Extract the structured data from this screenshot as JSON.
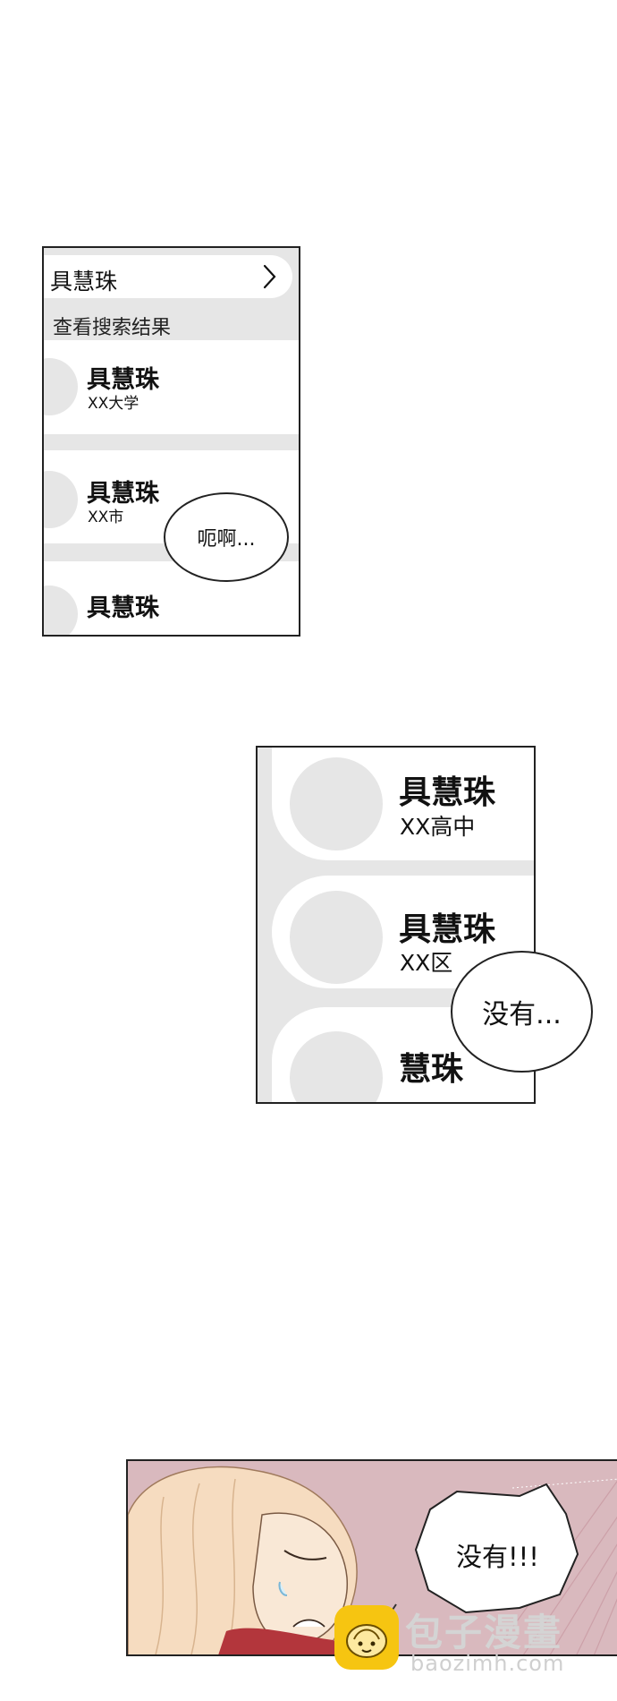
{
  "panel1": {
    "search_query": "具慧珠",
    "view_results": "查看搜索结果",
    "results": [
      {
        "name": "具慧珠",
        "detail": "XX大学"
      },
      {
        "name": "具慧珠",
        "detail": "XX市"
      },
      {
        "name": "具慧珠",
        "detail": ""
      }
    ],
    "bubble": "呃啊..."
  },
  "panel2": {
    "results": [
      {
        "name": "具慧珠",
        "detail": "XX高中"
      },
      {
        "name": "具慧珠",
        "detail": "XX区"
      },
      {
        "name": "慧珠",
        "detail": ""
      }
    ],
    "bubble": "没有..."
  },
  "panel3": {
    "bubble": "没有!!!"
  },
  "watermark": {
    "title": "包子漫畫",
    "url": "baozimh.com"
  },
  "colors": {
    "panel_gray": "#e6e6e6",
    "scene_pink": "#d9b9be",
    "hair": "#f6dcc0",
    "shirt": "#b3363c",
    "logo_yellow": "#f6c511"
  }
}
